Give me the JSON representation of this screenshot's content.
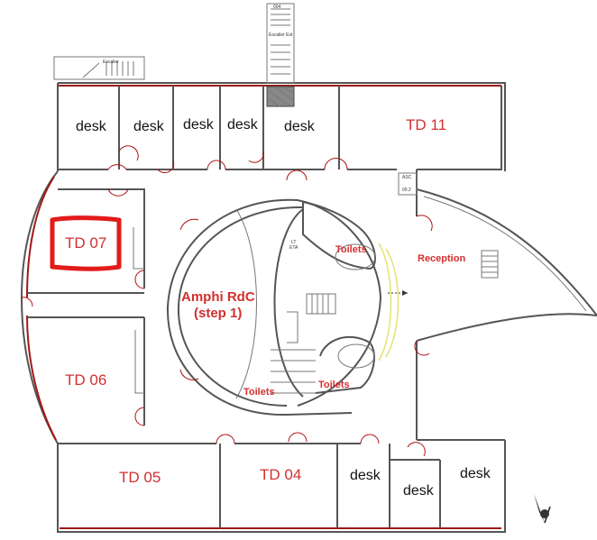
{
  "rooms": {
    "desk_1": "desk",
    "desk_2": "desk",
    "desk_3": "desk",
    "desk_4": "desk",
    "desk_5": "desk",
    "td11": "TD 11",
    "td07": "TD 07",
    "td06": "TD 06",
    "td05": "TD 05",
    "td04": "TD 04",
    "desk_6": "desk",
    "desk_7": "desk",
    "desk_8": "desk",
    "amphi_line1": "Amphi RdC",
    "amphi_line2": "(step 1)",
    "toilets_top": "Toilets",
    "toilets_bottom_left": "Toilets",
    "toilets_bottom_right": "Toilets",
    "reception": "Reception"
  },
  "highlight": {
    "room": "TD 07",
    "color": "#e31b1b"
  },
  "small_text": {
    "exit_top": "Escalier Ext",
    "exit_top_code": "004",
    "stair_left": "Escalier",
    "room_code": "00.2",
    "asc": "ASC",
    "lt": "LT",
    "eta": "ETA"
  },
  "colors": {
    "wall": "#555555",
    "label_red": "#d32f2f",
    "door": "#b01010"
  }
}
